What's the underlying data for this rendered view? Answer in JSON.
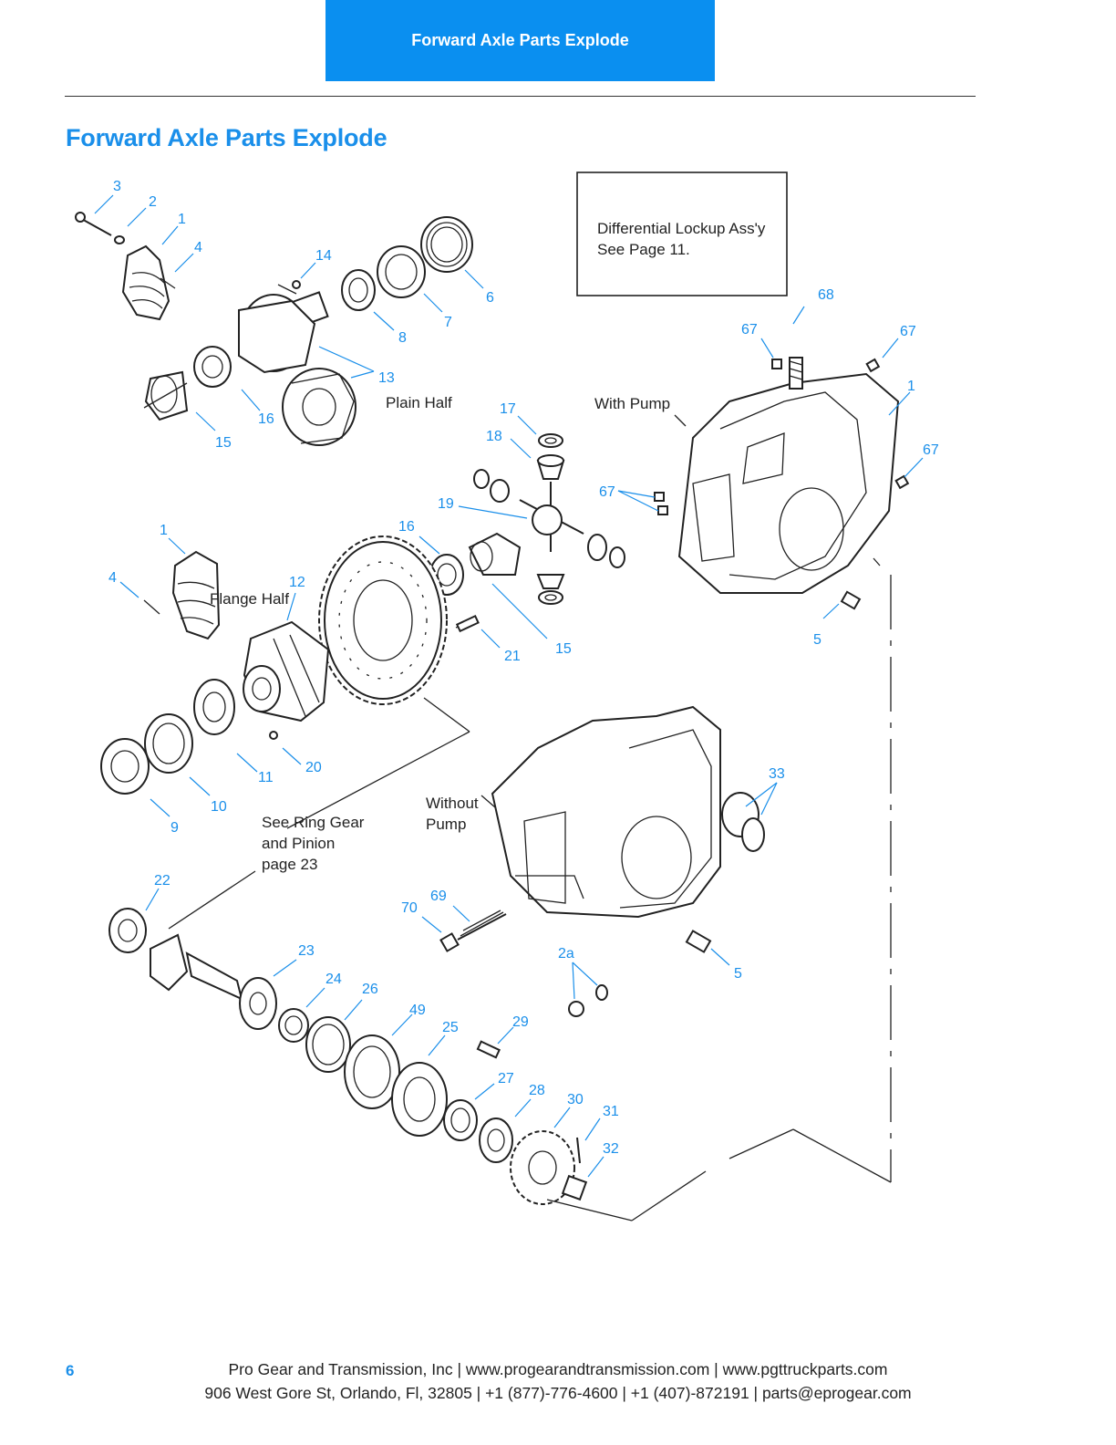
{
  "header": {
    "tab_title": "Forward Axle Parts Explode"
  },
  "page_title": "Forward Axle Parts Explode",
  "diagram": {
    "note": [
      "Differential Lockup Ass'y",
      "See Page 11."
    ],
    "labels": {
      "plain_half": "Plain Half",
      "flange_half": "Flange Half",
      "with_pump": "With Pump",
      "without_pump": [
        "Without",
        "Pump"
      ],
      "see_ring_gear": [
        "See Ring Gear",
        "and Pinion",
        "page 23"
      ]
    },
    "callouts": {
      "c3": "3",
      "c2": "2",
      "c1a": "1",
      "c4a": "4",
      "c14": "14",
      "c6": "6",
      "c7": "7",
      "c8": "8",
      "c13": "13",
      "c16a": "16",
      "c15a": "15",
      "c17": "17",
      "c18": "18",
      "c19": "19",
      "c16b": "16",
      "c68": "68",
      "c67a": "67",
      "c67b": "67",
      "c1b": "1",
      "c67c": "67",
      "c67d": "67",
      "c1c": "1",
      "c4b": "4",
      "c12": "12",
      "c21": "21",
      "c15b": "15",
      "c5a": "5",
      "c20": "20",
      "c11": "11",
      "c10": "10",
      "c9": "9",
      "c33": "33",
      "c22": "22",
      "c69": "69",
      "c70": "70",
      "c2a": "2a",
      "c5b": "5",
      "c23": "23",
      "c24": "24",
      "c26": "26",
      "c49": "49",
      "c25": "25",
      "c29": "29",
      "c27": "27",
      "c28": "28",
      "c30": "30",
      "c31": "31",
      "c32": "32"
    }
  },
  "footer": {
    "page_number": "6",
    "line1": "Pro Gear and Transmission, Inc | www.progearandtransmission.com | www.pgttruckparts.com",
    "line2": "906 West Gore St, Orlando, Fl, 32805 | +1 (877)-776-4600 | +1 (407)-872191 | parts@eprogear.com"
  }
}
